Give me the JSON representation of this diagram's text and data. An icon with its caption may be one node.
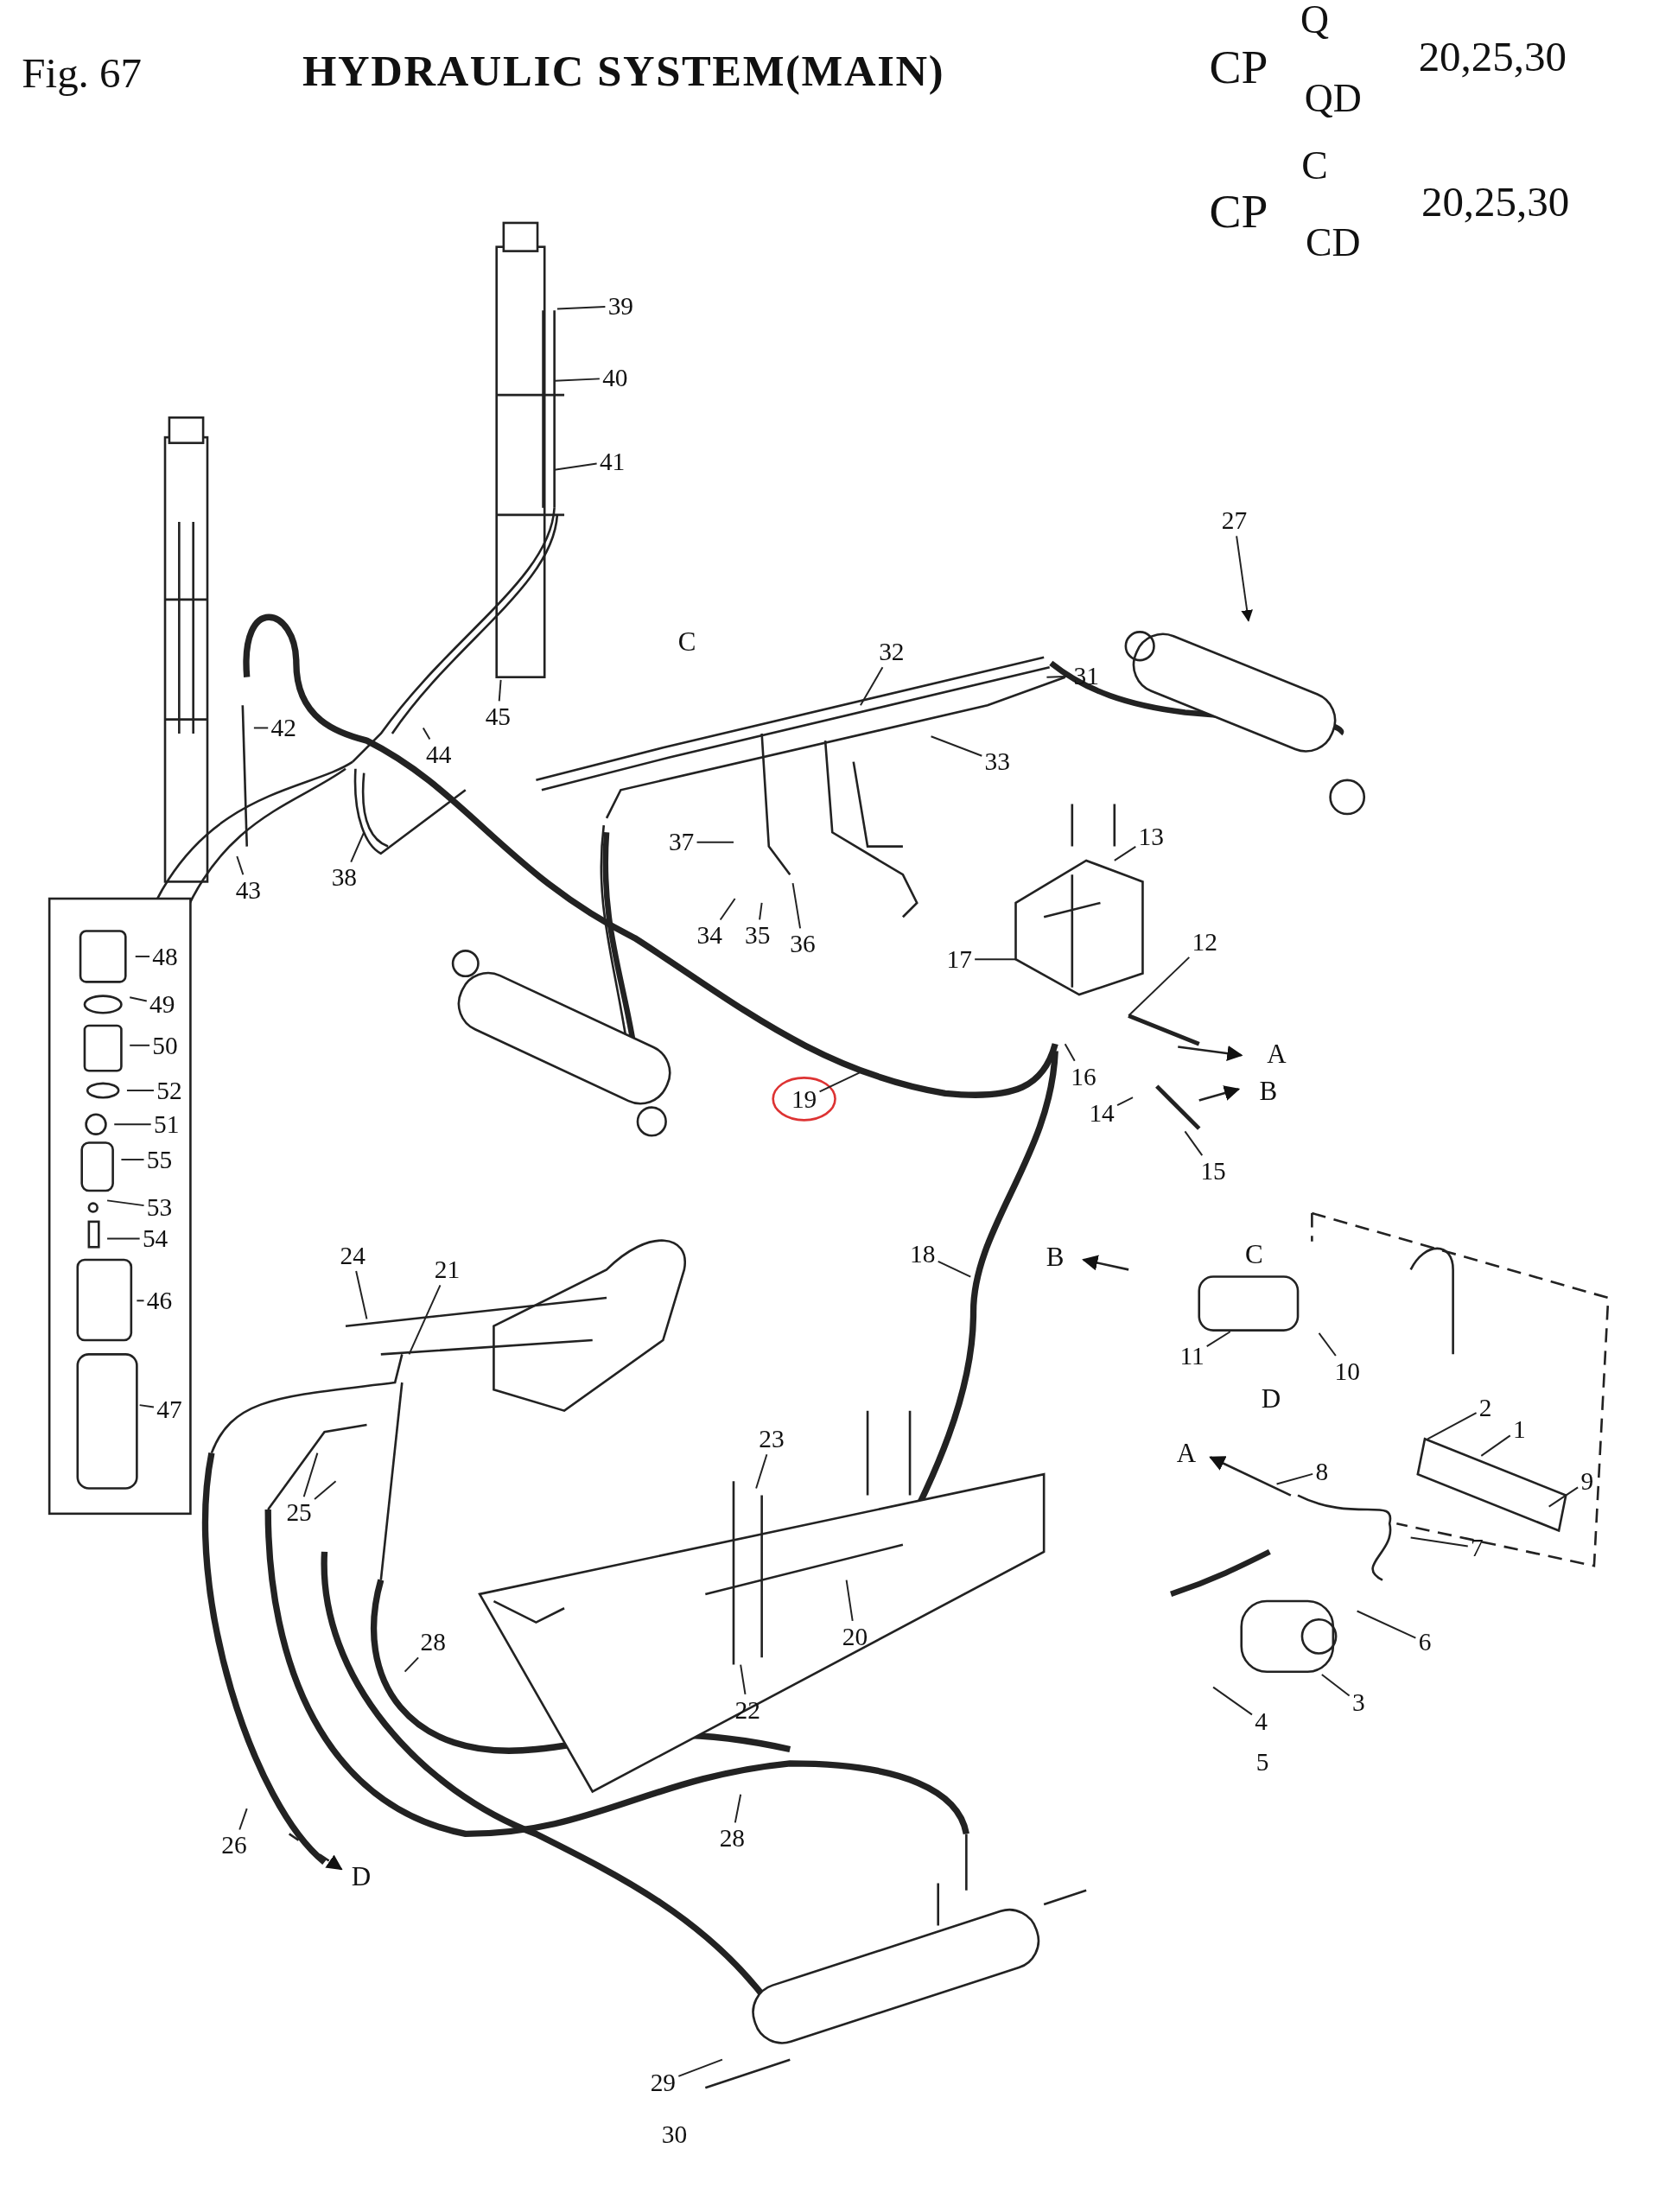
{
  "diagram": {
    "title": "HYDRAULIC SYSTEM(MAIN)",
    "nodes": [
      {
        "text": [
          "39"
        ]
      },
      {
        "text": [
          "40"
        ]
      },
      {
        "text": [
          "41"
        ]
      },
      {
        "text": [
          "42"
        ]
      },
      {
        "text": [
          "43"
        ]
      },
      {
        "text": [
          "44"
        ]
      },
      {
        "text": [
          "45"
        ]
      },
      {
        "text": [
          "38"
        ]
      },
      {
        "text": [
          "48"
        ]
      },
      {
        "text": [
          "49"
        ]
      },
      {
        "text": [
          "50"
        ]
      },
      {
        "text": [
          "52"
        ]
      },
      {
        "text": [
          "51"
        ]
      },
      {
        "text": [
          "55"
        ]
      },
      {
        "text": [
          "53"
        ]
      },
      {
        "text": [
          "54"
        ]
      },
      {
        "text": [
          "46"
        ]
      },
      {
        "text": [
          "47"
        ]
      },
      {
        "text": [
          "27"
        ]
      },
      {
        "text": [
          "32"
        ]
      },
      {
        "text": [
          "31"
        ]
      },
      {
        "text": [
          "33"
        ]
      },
      {
        "text": [
          "37"
        ]
      },
      {
        "text": [
          "34"
        ]
      },
      {
        "text": [
          "35"
        ]
      },
      {
        "text": [
          "36"
        ]
      },
      {
        "text": [
          "13"
        ]
      },
      {
        "text": [
          "12"
        ]
      },
      {
        "text": [
          "17"
        ]
      },
      {
        "text": [
          "16"
        ]
      },
      {
        "text": [
          "14"
        ]
      },
      {
        "text": [
          "15"
        ]
      },
      {
        "text": [
          "19"
        ]
      },
      {
        "text": [
          "18"
        ]
      },
      {
        "text": [
          "11"
        ]
      },
      {
        "text": [
          "10"
        ]
      },
      {
        "text": [
          "2"
        ]
      },
      {
        "text": [
          "1"
        ]
      },
      {
        "text": [
          "9"
        ]
      },
      {
        "text": [
          "8"
        ]
      },
      {
        "text": [
          "7"
        ]
      },
      {
        "text": [
          "6"
        ]
      },
      {
        "text": [
          "3"
        ]
      },
      {
        "text": [
          "4"
        ]
      },
      {
        "text": [
          "24"
        ]
      },
      {
        "text": [
          "21"
        ]
      },
      {
        "text": [
          "25"
        ]
      },
      {
        "text": [
          "23"
        ]
      },
      {
        "text": [
          "28"
        ]
      },
      {
        "text": [
          "20"
        ]
      },
      {
        "text": [
          "22"
        ]
      },
      {
        "text": [
          "26"
        ]
      },
      {
        "text": [
          "28"
        ]
      },
      {
        "text": [
          "29"
        ]
      }
    ],
    "edges": [
      {
        "from": 0,
        "to": null,
        "arrow": "none"
      },
      {
        "from": 1,
        "to": null,
        "arrow": "none"
      },
      {
        "from": 2,
        "to": null,
        "arrow": "none"
      },
      {
        "from": 3,
        "to": null,
        "arrow": "none"
      },
      {
        "from": 4,
        "to": null,
        "arrow": "none"
      },
      {
        "from": 5,
        "to": null,
        "arrow": "none"
      },
      {
        "from": 6,
        "to": null,
        "arrow": "none"
      },
      {
        "from": 7,
        "to": null,
        "arrow": "none"
      },
      {
        "from": 8,
        "to": null,
        "arrow": "none"
      },
      {
        "from": 9,
        "to": null,
        "arrow": "none"
      },
      {
        "from": 10,
        "to": null,
        "arrow": "none"
      },
      {
        "from": 11,
        "to": null,
        "arrow": "none"
      },
      {
        "from": 12,
        "to": null,
        "arrow": "none"
      },
      {
        "from": 13,
        "to": null,
        "arrow": "none"
      },
      {
        "from": 14,
        "to": null,
        "arrow": "none"
      },
      {
        "from": 15,
        "to": null,
        "arrow": "none"
      },
      {
        "from": 16,
        "to": null,
        "arrow": "none"
      },
      {
        "from": 17,
        "to": null,
        "arrow": "none"
      },
      {
        "from": 18,
        "to": null,
        "arrow": "to"
      },
      {
        "from": 19,
        "to": null,
        "arrow": "none"
      },
      {
        "from": 20,
        "to": null,
        "arrow": "none"
      },
      {
        "from": 21,
        "to": null,
        "arrow": "none"
      },
      {
        "from": 22,
        "to": null,
        "arrow": "none"
      },
      {
        "from": 23,
        "to": null,
        "arrow": "none"
      },
      {
        "from": 24,
        "to": null,
        "arrow": "none"
      },
      {
        "from": 25,
        "to": null,
        "arrow": "none"
      },
      {
        "from": 26,
        "to": null,
        "arrow": "none"
      },
      {
        "from": 27,
        "to": null,
        "arrow": "none"
      },
      {
        "from": 28,
        "to": null,
        "arrow": "none"
      },
      {
        "from": 29,
        "to": null,
        "arrow": "none"
      },
      {
        "from": 30,
        "to": null,
        "arrow": "none"
      },
      {
        "from": 31,
        "to": null,
        "arrow": "none"
      },
      {
        "from": 32,
        "to": null,
        "arrow": "none"
      },
      {
        "from": 33,
        "to": null,
        "arrow": "none"
      },
      {
        "from": 34,
        "to": null,
        "arrow": "none"
      },
      {
        "from": 35,
        "to": null,
        "arrow": "none"
      },
      {
        "from": 36,
        "to": null,
        "arrow": "none"
      },
      {
        "from": 37,
        "to": null,
        "arrow": "none"
      },
      {
        "from": 38,
        "to": null,
        "arrow": "none"
      },
      {
        "from": 39,
        "to": null,
        "arrow": "none"
      },
      {
        "from": 40,
        "to": null,
        "arrow": "none"
      },
      {
        "from": 41,
        "to": null,
        "arrow": "none"
      },
      {
        "from": 42,
        "to": null,
        "arrow": "none"
      },
      {
        "from": 43,
        "to": null,
        "arrow": "none"
      },
      {
        "from": 44,
        "to": null,
        "arrow": "none"
      },
      {
        "from": 45,
        "to": null,
        "arrow": "none"
      },
      {
        "from": 46,
        "to": null,
        "arrow": "none"
      },
      {
        "from": 46,
        "to": null,
        "arrow": "none"
      },
      {
        "from": 47,
        "to": null,
        "arrow": "none"
      },
      {
        "from": 48,
        "to": null,
        "arrow": "none"
      },
      {
        "from": 49,
        "to": null,
        "arrow": "none"
      },
      {
        "from": 50,
        "to": null,
        "arrow": "none"
      },
      {
        "from": 51,
        "to": null,
        "arrow": "none"
      },
      {
        "from": 52,
        "to": null,
        "arrow": "none"
      },
      {
        "from": 53,
        "to": null,
        "arrow": "none"
      }
    ],
    "labels": [
      "Fig. 67",
      "CP",
      "Q",
      "QD",
      "20,25,30",
      "CP",
      "C",
      "CD",
      "20,25,30",
      "C",
      "A",
      "B",
      "B",
      "C",
      "D",
      "A",
      "5",
      "D",
      "30"
    ]
  }
}
